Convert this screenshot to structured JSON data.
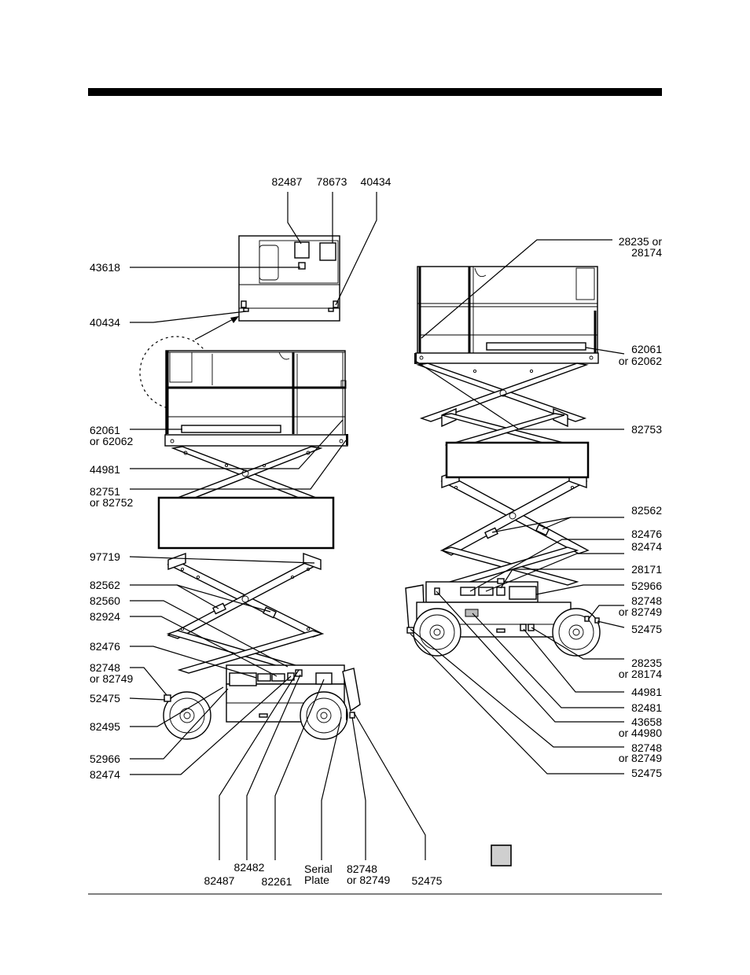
{
  "diagram": {
    "top_detail": {
      "labels": {
        "a": "82487",
        "b": "78673",
        "c": "40434",
        "d": "43618",
        "e": "40434"
      }
    },
    "left_machine": {
      "labels": {
        "l1": "62061",
        "l1b": "or 62062",
        "l2": "44981",
        "l3": "82751",
        "l3b": "or 82752",
        "l4": "97719",
        "l5": "82562",
        "l6": "82560",
        "l7": "82924",
        "l8": "82476",
        "l9": "82748",
        "l9b": "or 82749",
        "l10": "52475",
        "l11": "82495",
        "l12": "52966",
        "l13": "82474"
      },
      "bottom_labels": {
        "b1": "82487",
        "b2": "82482",
        "b3": "82261",
        "b4a": "Serial",
        "b4b": "Plate",
        "b5a": "82748",
        "b5b": "or 82749",
        "b6": "52475"
      }
    },
    "right_machine": {
      "labels": {
        "r1": "28235 or",
        "r1b": "28174",
        "r2": "62061",
        "r2b": "or 62062",
        "r3": "82753",
        "r4": "82562",
        "r5": "82476",
        "r6": "82474",
        "r7": "28171",
        "r8": "52966",
        "r9": "82748",
        "r9b": "or 82749",
        "r10": "52475",
        "r11": "28235",
        "r11b": "or 28174",
        "r12": "44981",
        "r13": "82481",
        "r14": "43658",
        "r14b": "or 44980",
        "r15": "82748",
        "r15b": "or 82749",
        "r16": "52475"
      }
    }
  }
}
